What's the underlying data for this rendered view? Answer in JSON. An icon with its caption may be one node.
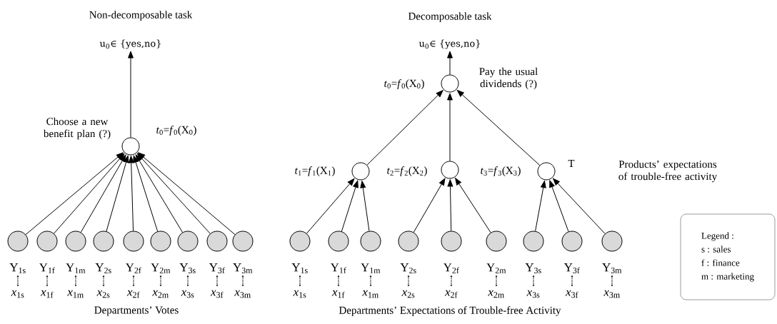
{
  "diagram": {
    "nodes": [
      {
        "text": [],
        "shape": "circle",
        "beside": [
          "Choose a new benefit plan (?)",
          "*t*$_{0}$=*f*$_{0}$(X$_{0}$)"
        ]
      },
      {
        "text": [],
        "shape": "circle",
        "beside": [
          "Y$_{1s}$",
          "*x*$_{1s}$"
        ]
      },
      {
        "text": [],
        "shape": "circle",
        "beside": [
          "Y$_{1f}$",
          "*x*$_{1f}$"
        ]
      },
      {
        "text": [],
        "shape": "circle",
        "beside": [
          "Y$_{1m}$",
          "*x*$_{1m}$"
        ]
      },
      {
        "text": [],
        "shape": "circle",
        "beside": [
          "Y$_{2s}$",
          "*x*$_{2s}$"
        ]
      },
      {
        "text": [],
        "shape": "circle",
        "beside": [
          "Y$_{2f}$",
          "*x*$_{2f}$"
        ]
      },
      {
        "text": [],
        "shape": "circle",
        "beside": [
          "Y$_{2m}$",
          "*x*$_{2m}$"
        ]
      },
      {
        "text": [],
        "shape": "circle",
        "beside": [
          "Y$_{3s}$",
          "*x*$_{3s}$"
        ]
      },
      {
        "text": [],
        "shape": "circle",
        "beside": [
          "Y$_{3f}$",
          "*x*$_{3f}$"
        ]
      },
      {
        "text": [],
        "shape": "circle",
        "beside": [
          "Y$_{3m}$",
          "*x*$_{3m}$"
        ]
      },
      {
        "text": [],
        "shape": "circle",
        "beside": [
          "*t*$_{0}$=*f*$_{0}$(X$_{0}$)",
          "Pay the usual dividends (?)"
        ]
      },
      {
        "text": [],
        "shape": "circle",
        "beside": [
          "*t*$_{1}$=*f*$_{1}$(X$_{1}$)"
        ]
      },
      {
        "text": [],
        "shape": "circle",
        "beside": [
          "*t*$_{2}$=*f*$_{2}$(X$_{2}$)"
        ]
      },
      {
        "text": [],
        "shape": "circle",
        "beside": [
          "*t*$_{3}$=*f*$_{3}$(X$_{3}$)",
          "T"
        ]
      },
      {
        "text": [],
        "shape": "circle",
        "beside": [
          "Y$_{1s}$",
          "*x*$_{1s}$"
        ]
      },
      {
        "text": [],
        "shape": "circle",
        "beside": [
          "Y$_{1f}$",
          "*x*$_{1f}$"
        ]
      },
      {
        "text": [],
        "shape": "circle",
        "beside": [
          "Y$_{1m}$",
          "*x*$_{1m}$"
        ]
      },
      {
        "text": [],
        "shape": "circle",
        "beside": [
          "Y$_{2s}$",
          "*x*$_{2s}$"
        ]
      },
      {
        "text": [],
        "shape": "circle",
        "beside": [
          "Y$_{2f}$",
          "*x*$_{2f}$"
        ]
      },
      {
        "text": [],
        "shape": "circle",
        "beside": [
          "Y$_{2m}$",
          "*x*$_{2m}$"
        ]
      },
      {
        "text": [],
        "shape": "circle",
        "beside": [
          "Y$_{3s}$",
          "*x*$_{3s}$"
        ]
      },
      {
        "text": [],
        "shape": "circle",
        "beside": [
          "Y$_{3f}$",
          "*x*$_{3f}$"
        ]
      },
      {
        "text": [],
        "shape": "circle",
        "beside": [
          "Y$_{3m}$",
          "*x*$_{3m}$"
        ]
      },
      {
        "text": [
          "Legend :",
          "s : sales",
          "f : finance",
          "m : marketing"
        ]
      },
      {
        "text": [
          "u$_{0}$∈ {yes,no}"
        ]
      },
      {
        "text": [
          "u$_{0}$∈ {yes,no}"
        ]
      }
    ],
    "edges": [
      {
        "from": 0,
        "to": 24,
        "arrow": "to"
      },
      {
        "from": 1,
        "to": 0,
        "arrow": "to"
      },
      {
        "from": 2,
        "to": 0,
        "arrow": "to"
      },
      {
        "from": 3,
        "to": 0,
        "arrow": "to"
      },
      {
        "from": 4,
        "to": 0,
        "arrow": "to"
      },
      {
        "from": 5,
        "to": 0,
        "arrow": "to"
      },
      {
        "from": 6,
        "to": 0,
        "arrow": "to"
      },
      {
        "from": 7,
        "to": 0,
        "arrow": "to"
      },
      {
        "from": 8,
        "to": 0,
        "arrow": "to"
      },
      {
        "from": 9,
        "to": 0,
        "arrow": "to"
      },
      {
        "from": 10,
        "to": 25,
        "arrow": "to"
      },
      {
        "from": 11,
        "to": 10,
        "arrow": "to"
      },
      {
        "from": 12,
        "to": 10,
        "arrow": "to"
      },
      {
        "from": 13,
        "to": 10,
        "arrow": "to"
      },
      {
        "from": 14,
        "to": 11,
        "arrow": "to"
      },
      {
        "from": 15,
        "to": 11,
        "arrow": "to"
      },
      {
        "from": 16,
        "to": 11,
        "arrow": "to"
      },
      {
        "from": 17,
        "to": 12,
        "arrow": "to"
      },
      {
        "from": 18,
        "to": 12,
        "arrow": "to"
      },
      {
        "from": 19,
        "to": 12,
        "arrow": "to"
      },
      {
        "from": 20,
        "to": 13,
        "arrow": "to"
      },
      {
        "from": 21,
        "to": 13,
        "arrow": "to"
      },
      {
        "from": 22,
        "to": 13,
        "arrow": "to"
      }
    ],
    "labels": [
      "Non-decomposable task",
      "Departments’ Votes",
      "Decomposable task",
      "Products’ expectations of trouble-free activity",
      "Departments’ Expectations of Trouble-free Activity"
    ]
  }
}
